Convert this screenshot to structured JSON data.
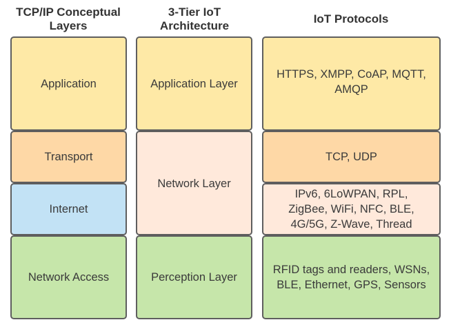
{
  "headers": {
    "col1": "TCP/IP Conceptual Layers",
    "col2": "3-Tier IoT Architecture",
    "col3": "IoT Protocols"
  },
  "tcpip": {
    "application": "Application",
    "transport": "Transport",
    "internet": "Internet",
    "network_access": "Network Access"
  },
  "iot_arch": {
    "application": "Application Layer",
    "network": "Network Layer",
    "perception": "Perception Layer"
  },
  "protocols": {
    "application": "HTTPS, XMPP, CoAP, MQTT, AMQP",
    "transport": "TCP, UDP",
    "internet": "IPv6, 6LoWPAN, RPL, ZigBee, WiFi, NFC, BLE, 4G/5G, Z-Wave, Thread",
    "network_access": "RFID tags and readers, WSNs, BLE, Ethernet, GPS, Sensors"
  },
  "colors": {
    "application": "#fee9a6",
    "transport": "#fed8a6",
    "internet": "#c2e2f5",
    "network": "#ffe9db",
    "network_access": "#c6e6aa",
    "border": "#5e5e5e"
  }
}
